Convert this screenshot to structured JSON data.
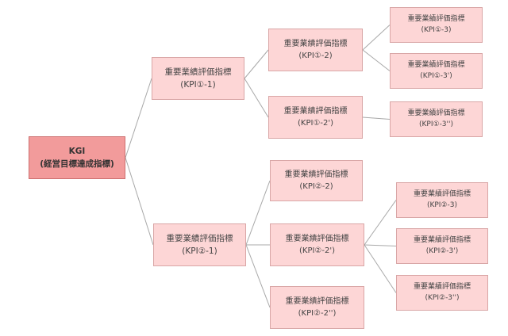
{
  "colors": {
    "root_fill": "#f29b9b",
    "node_fill": "#fdd6d6",
    "node_border": "#d9a6a6",
    "connector": "#a8a8a8"
  },
  "nodes": {
    "kgi": {
      "line1": "KGI",
      "line2": "(経営目標達成指標)"
    },
    "kpi1_1": {
      "line1": "重要業績評価指標",
      "line2": "(KPI①-1)"
    },
    "kpi1_2": {
      "line1": "重要業績評価指標",
      "line2": "(KPI①-2)"
    },
    "kpi1_2b": {
      "line1": "重要業績評価指標",
      "line2": "(KPI①-2')"
    },
    "kpi1_3": {
      "line1": "重要業績評価指標",
      "line2": "(KPI①-3)"
    },
    "kpi1_3b": {
      "line1": "重要業績評価指標",
      "line2": "(KPI①-3')"
    },
    "kpi1_3c": {
      "line1": "重要業績評価指標",
      "line2": "(KPI①-3'')"
    },
    "kpi2_1": {
      "line1": "重要業績評価指標",
      "line2": "(KPI②-1)"
    },
    "kpi2_2": {
      "line1": "重要業績評価指標",
      "line2": "(KPI②-2)"
    },
    "kpi2_2b": {
      "line1": "重要業績評価指標",
      "line2": "(KPI②-2')"
    },
    "kpi2_2c": {
      "line1": "重要業績評価指標",
      "line2": "(KPI②-2'')"
    },
    "kpi2_3": {
      "line1": "重要業績評価指標",
      "line2": "(KPI②-3)"
    },
    "kpi2_3b": {
      "line1": "重要業績評価指標",
      "line2": "(KPI②-3')"
    },
    "kpi2_3c": {
      "line1": "重要業績評価指標",
      "line2": "(KPI②-3'')"
    }
  }
}
